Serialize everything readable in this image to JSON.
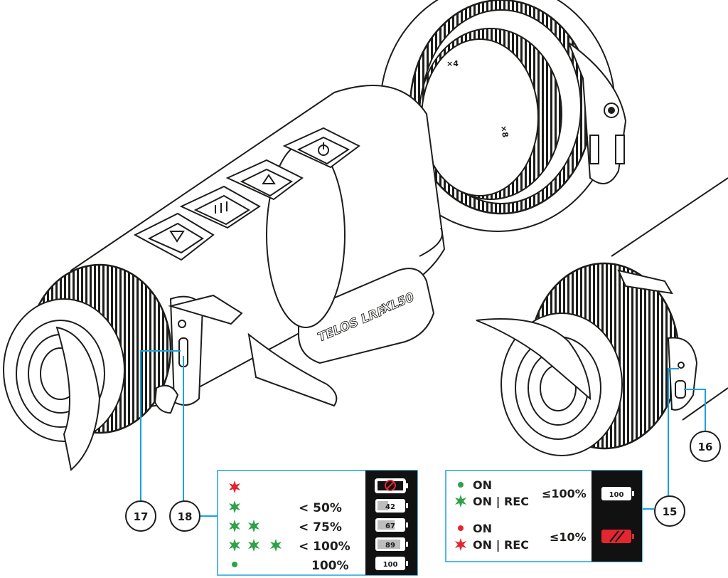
{
  "device": {
    "model_label": "TELOS LRF",
    "variant_label": "XL50",
    "zoom_marks": [
      "×4",
      "×8"
    ]
  },
  "callouts": [
    "17",
    "18",
    "15",
    "16"
  ],
  "colors": {
    "green": "#2ea24a",
    "red": "#e3262f",
    "blue": "#1aa3dc",
    "ink": "#1d1d1b"
  },
  "left_table": {
    "rows": [
      {
        "symbol": "red-star-blink",
        "count": 1,
        "text": "",
        "battery": ""
      },
      {
        "symbol": "green-star-blink",
        "count": 1,
        "text": "< 50%",
        "battery": "42"
      },
      {
        "symbol": "green-star-blink",
        "count": 2,
        "text": "< 75%",
        "battery": "67"
      },
      {
        "symbol": "green-star-blink",
        "count": 3,
        "text": "< 100%",
        "battery": "89"
      },
      {
        "symbol": "green-dot",
        "count": 1,
        "text": "100%",
        "battery": "100"
      }
    ],
    "battery_fill": [
      0,
      0.42,
      0.67,
      0.89,
      1.0
    ]
  },
  "right_table": {
    "row1_dot": "ON",
    "row1_star": "ON | REC",
    "row1_pct": "≤100%",
    "row1_battery": "100",
    "row2_dot": "ON",
    "row2_star": "ON | REC",
    "row2_pct": "≤10%"
  }
}
